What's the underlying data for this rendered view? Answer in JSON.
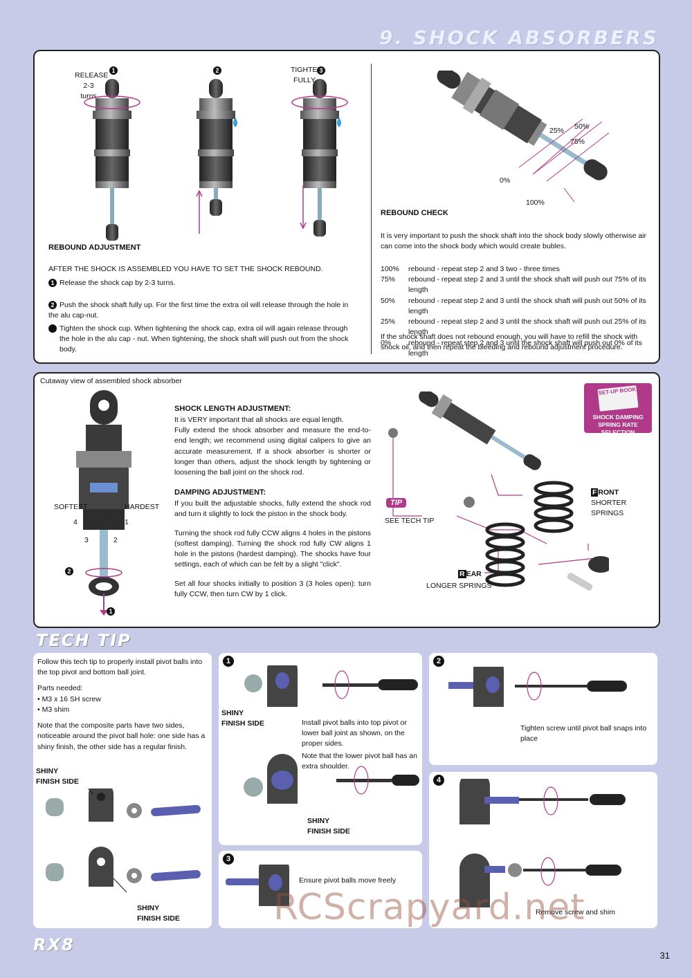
{
  "page": {
    "title": "9. SHOCK ABSORBERS",
    "page_number": "31",
    "footer_logo": "RX8",
    "watermark": "RCScrapyard.net"
  },
  "rebound_adjustment": {
    "step_labels": {
      "release": "RELEASE",
      "release_turns": "2-3 turns",
      "tighten": "TIGHTEN",
      "tighten_fully": "FULLY"
    },
    "step_numbers": [
      "1",
      "2",
      "3"
    ],
    "heading": "REBOUND ADJUSTMENT",
    "intro": "AFTER THE SHOCK IS ASSEMBLED YOU HAVE TO SET THE SHOCK REBOUND.",
    "steps": [
      "Release the shock cap by 2-3 turns.",
      "Push the shock shaft fully up. For the first time the extra oil will release through the hole in the alu cap-nut.",
      "Tighten the shock cup. When tightening the shock cap, extra oil will again release through the hole in the alu cap - nut. When tightening, the shock shaft will push out from the shock body."
    ]
  },
  "rebound_check": {
    "heading": "REBOUND CHECK",
    "intro": "It is very important to push the shock shaft into the shock body slowly otherwise air can come into the shock body which would create bubles.",
    "rows": [
      {
        "pct": "100%",
        "text": "rebound - repeat step 2 and 3 two - three times"
      },
      {
        "pct": "75%",
        "text": "rebound - repeat step 2 and 3  until the shock shaft will push out 75% of its length"
      },
      {
        "pct": "50%",
        "text": "rebound - repeat step 2 and 3  until the shock shaft will push out 50% of its length"
      },
      {
        "pct": "25%",
        "text": "rebound - repeat step 2 and 3  until the shock shaft will push out 25% of its length"
      },
      {
        "pct": "0%",
        "text": "rebound - repeat step 2 and 3  until the shock shaft will push out 0% of its length"
      }
    ],
    "outro": "If the shock shaft does not rebound enough, you will have to refill the shock with shock oil, and then repeat the bleeding and rebound adjustment procedure.",
    "diagram_labels": {
      "p0": "0%",
      "p25": "25%",
      "p50": "50%",
      "p75": "75%",
      "p100": "100%"
    }
  },
  "cutaway": {
    "caption": "Cutaway view of  assembled shock absorber",
    "softest": "SOFTEST",
    "hardest": "HARDEST",
    "positions": [
      "4",
      "1",
      "3",
      "2"
    ],
    "step2": "2",
    "step1": "1"
  },
  "shock_length": {
    "heading": "SHOCK LENGTH ADJUSTMENT:",
    "body": [
      "It is VERY important that all shocks are equal length.",
      "Fully extend the shock absorber and measure the end-to-end length; we recommend using digital calipers to give an accurate measurement. If a shock absorber is shorter or longer than others, adjust the shock length by tightening or loosening the ball joint on the shock rod."
    ]
  },
  "damping": {
    "heading": "DAMPING ADJUSTMENT:",
    "p1": "If you built the adjustable shocks, fully extend the shock rod and turn it slightly to lock the piston in the shock body.",
    "p2": "Turning the shock rod fully CCW aligns 4 holes in the pistons (softest damping). Turning the shock rod fully CW aligns 1 hole in the pistons (hardest damping). The shocks have four settings, each of which can be felt by a slight \"click\".",
    "p3": "Set all four shocks initially to position 3 (3 holes open): turn fully CCW, then turn CW by 1 click."
  },
  "springs": {
    "tip_badge": "TIP",
    "see_tech_tip": "SEE TECH TIP",
    "front_letter": "F",
    "front_rest": "RONT",
    "front_springs": "SHORTER SPRINGS",
    "rear_letter": "R",
    "rear_rest": "EAR",
    "rear_springs": "LONGER SPRINGS",
    "setup_book": "SET-UP BOOK",
    "setup_caption1": "SHOCK DAMPING",
    "setup_caption2": "SPRING RATE SELECTION"
  },
  "tech_tip": {
    "title": "TECH TIP",
    "intro": "Follow this tech tip to properly install pivot balls into the top pivot and bottom ball joint.",
    "parts_heading": "Parts needed:",
    "parts": [
      "• M3 x 16 SH screw",
      "• M3 shim"
    ],
    "note": "Note that the composite parts have two sides, noticeable around the pivot ball hole: one side has a shiny finish, the other side has a regular finish.",
    "shiny": "SHINY",
    "finish_side": "FINISH SIDE",
    "step_nums": [
      "1",
      "2",
      "3",
      "4"
    ],
    "step1_text": "Install pivot balls into top pivot or lower ball joint as shown, on the proper sides.",
    "step1_note": "Note that the lower pivot ball has an extra shoulder.",
    "step2_text": "Tighten screw until pivot ball snaps into place",
    "step3_text": "Ensure pivot balls move freely",
    "step4_text": "Remove screw and shim"
  },
  "colors": {
    "background": "#c7cbe8",
    "accent": "#b03a8a",
    "part_purple": "#5a5fb0"
  }
}
